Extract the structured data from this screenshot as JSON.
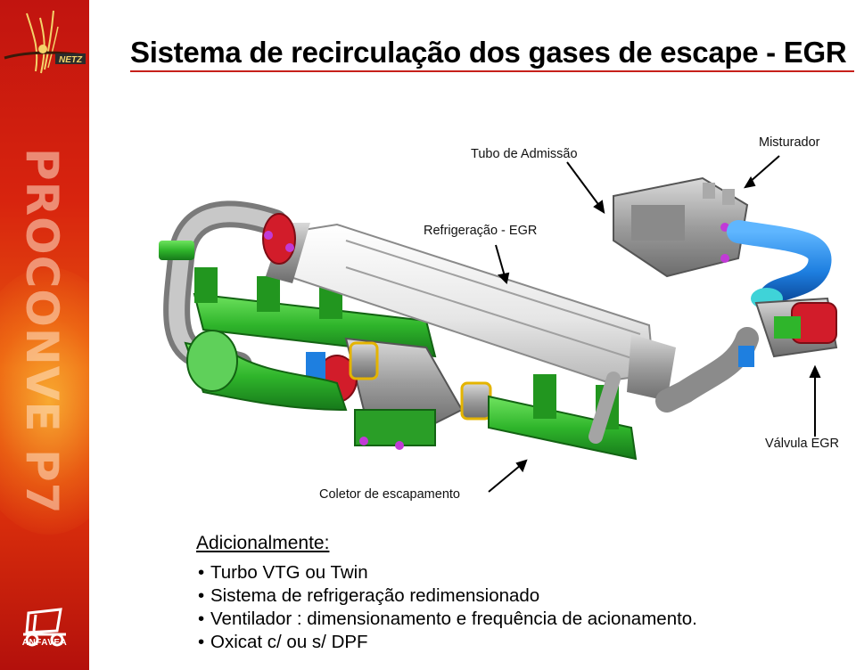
{
  "sidebar": {
    "brand_logo_text": "NETZ",
    "vertical_text": "PROCONVE P7",
    "anfavea_label": "ANFAVEA"
  },
  "slide": {
    "title": "Sistema de recirculação dos gases de escape - EGR"
  },
  "diagram": {
    "labels": {
      "tubo_admissao": "Tubo de Admissão",
      "misturador": "Misturador",
      "refrigeracao": "Refrigeração - EGR",
      "valvula": "Válvula EGR",
      "coletor": "Coletor de escapamento"
    }
  },
  "notes": {
    "heading": "Adicionalmente:",
    "items": [
      "Turbo VTG ou Twin",
      "Sistema de refrigeração redimensionado",
      "Ventilador : dimensionamento e frequência de acionamento.",
      "Oxicat  c/ ou s/ DPF"
    ]
  },
  "colors": {
    "accent_red": "#c7201a",
    "pipe_green": "#2fb52b",
    "pipe_blue": "#1e7fe0",
    "flange_red": "#d21c2a",
    "bolt_magenta": "#c13ad6",
    "metal_gray": "#9a9a9a"
  }
}
